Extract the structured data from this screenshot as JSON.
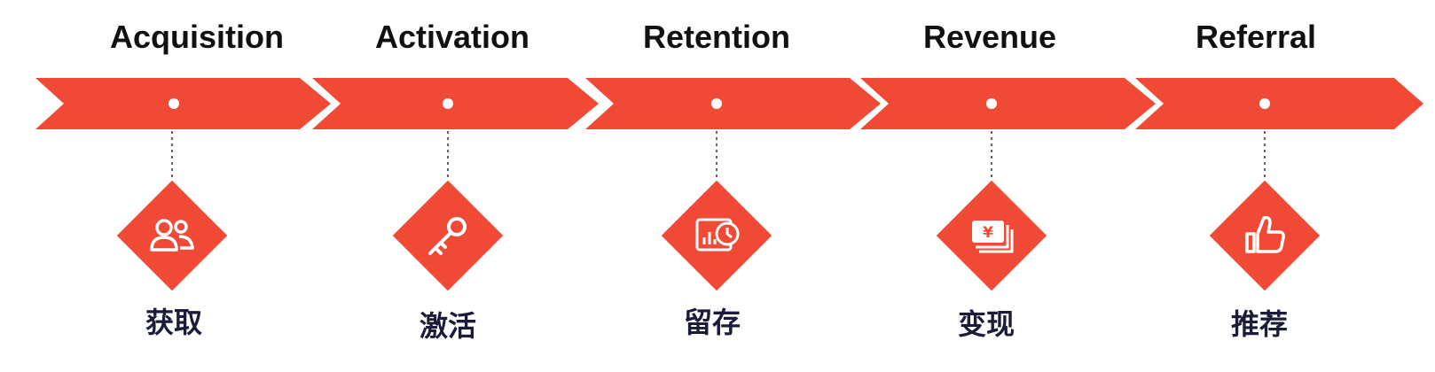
{
  "accent_color": "#f04a36",
  "stages": [
    {
      "title": "Acquisition",
      "label": "获取",
      "icon": "users-icon"
    },
    {
      "title": "Activation",
      "label": "激活",
      "icon": "key-icon"
    },
    {
      "title": "Retention",
      "label": "留存",
      "icon": "dashboard-clock-icon"
    },
    {
      "title": "Revenue",
      "label": "变现",
      "icon": "yen-bills-icon"
    },
    {
      "title": "Referral",
      "label": "推荐",
      "icon": "thumbs-up-icon"
    }
  ]
}
